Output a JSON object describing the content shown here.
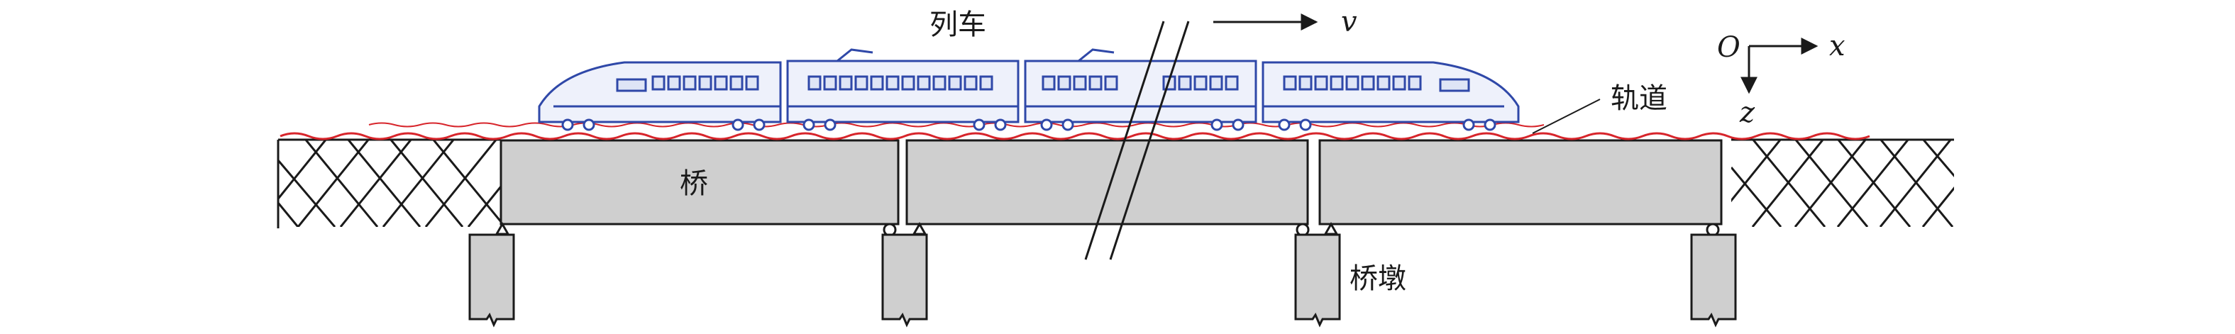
{
  "labels": {
    "train": "列车",
    "track": "轨道",
    "bridge": "桥",
    "pier": "桥墩",
    "velocity": "v",
    "origin": "O",
    "x_axis": "x",
    "z_axis": "z"
  },
  "colors": {
    "train": "#2f48a8",
    "train_light": "#dfe5f6",
    "track": "#d7252b",
    "bridge_fill": "#cfcfcf",
    "ink": "#1a1a1a"
  }
}
